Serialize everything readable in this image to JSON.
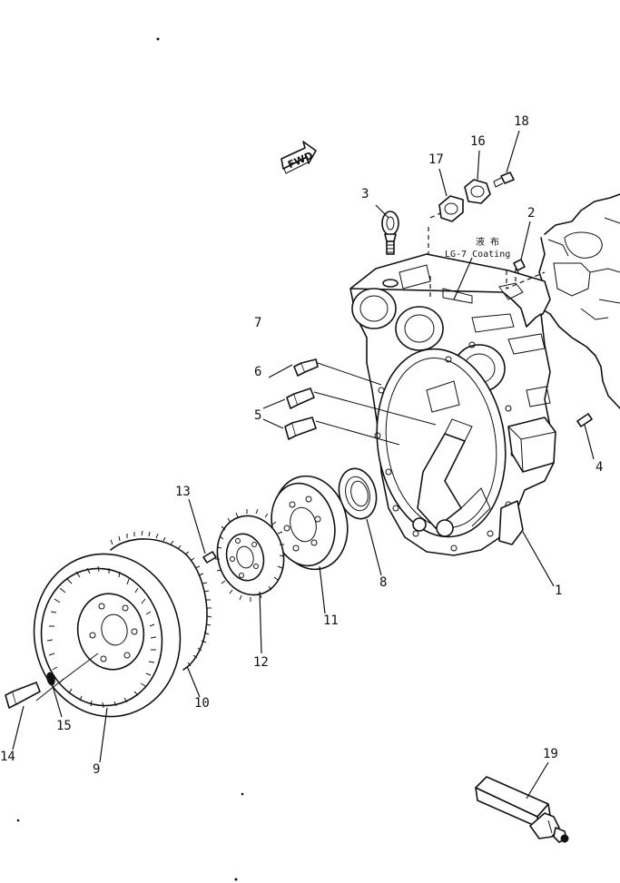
{
  "diagram": {
    "fwd_label": "FWD",
    "note_kanji": "液 布",
    "note_text": "LG-7 Coating",
    "callouts": [
      {
        "id": "1",
        "text": "1"
      },
      {
        "id": "2",
        "text": "2"
      },
      {
        "id": "3",
        "text": "3"
      },
      {
        "id": "4",
        "text": "4"
      },
      {
        "id": "5",
        "text": "5"
      },
      {
        "id": "6",
        "text": "6"
      },
      {
        "id": "7",
        "text": "7"
      },
      {
        "id": "8",
        "text": "8"
      },
      {
        "id": "9",
        "text": "9"
      },
      {
        "id": "10",
        "text": "10"
      },
      {
        "id": "11",
        "text": "11"
      },
      {
        "id": "12",
        "text": "12"
      },
      {
        "id": "13",
        "text": "13"
      },
      {
        "id": "14",
        "text": "14"
      },
      {
        "id": "15",
        "text": "15"
      },
      {
        "id": "16",
        "text": "16"
      },
      {
        "id": "17",
        "text": "17"
      },
      {
        "id": "18",
        "text": "18"
      },
      {
        "id": "19",
        "text": "19"
      }
    ]
  }
}
